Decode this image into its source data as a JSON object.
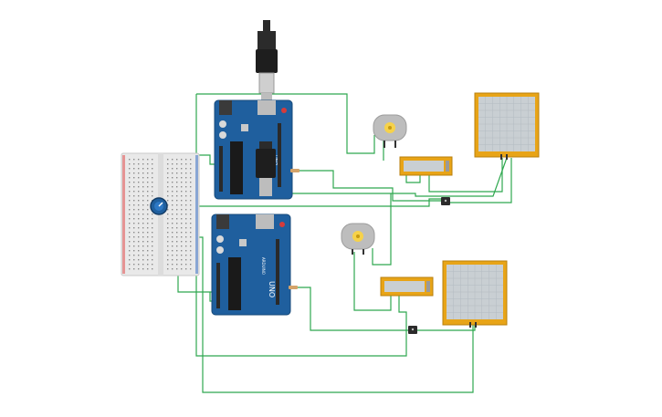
{
  "app": {
    "view": "circuit-schematic",
    "zoom": null
  },
  "colors": {
    "wire": "#2fa84f",
    "board": "#1f5f9e",
    "board_edge": "#174a7a",
    "lcd_frame": "#e8a417",
    "lcd_screen": "#c9cfd3",
    "breadboard": "#e9e9e9",
    "usb_plug": "#2b2b2b",
    "motor": "#bdbdbd",
    "motor_core": "#f6d24a",
    "pot": "#1f5f9e"
  },
  "labels": {
    "arduino_top_label": "UNO",
    "arduino_bottom_label": "UNO",
    "arduino_bottom_brand": "ARDUINO"
  },
  "components": [
    {
      "name": "arduino-top",
      "type": "Arduino Uno R3"
    },
    {
      "name": "arduino-bottom",
      "type": "Arduino Uno R3"
    },
    {
      "name": "breadboard",
      "type": "Breadboard Small"
    },
    {
      "name": "potentiometer",
      "type": "Potentiometer"
    },
    {
      "name": "dc-motor-top",
      "type": "DC Motor"
    },
    {
      "name": "dc-motor-bottom",
      "type": "DC Motor"
    },
    {
      "name": "lcd-16x2-top",
      "type": "LCD 16x2"
    },
    {
      "name": "lcd-16x2-bottom",
      "type": "LCD 16x2"
    },
    {
      "name": "lcd-display-top",
      "type": "Display Panel"
    },
    {
      "name": "lcd-display-bottom",
      "type": "Display Panel"
    },
    {
      "name": "sensor-top",
      "type": "Sensor"
    },
    {
      "name": "sensor-bottom",
      "type": "Sensor"
    }
  ]
}
